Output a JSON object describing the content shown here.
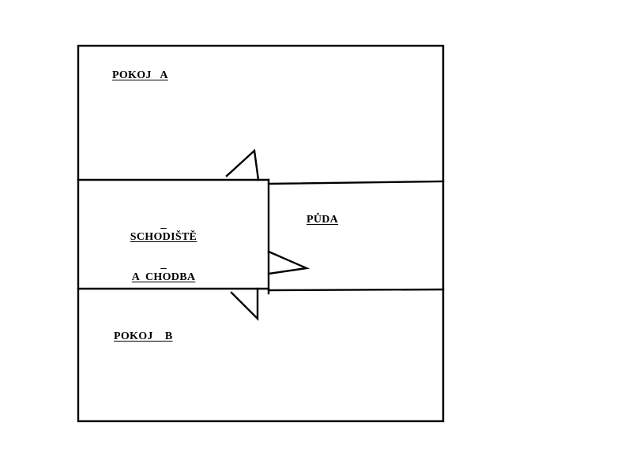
{
  "rooms": {
    "room_a": "POKOJ   A",
    "room_b": "POKOJ    B",
    "attic": "PŮDA",
    "stairs_line1": "SCHODIŠTĚ",
    "stairs_line2": "A  CHODBA"
  },
  "colors": {
    "wall": "#000000",
    "background": "#ffffff"
  },
  "icons": [
    "door-swing-icon"
  ]
}
